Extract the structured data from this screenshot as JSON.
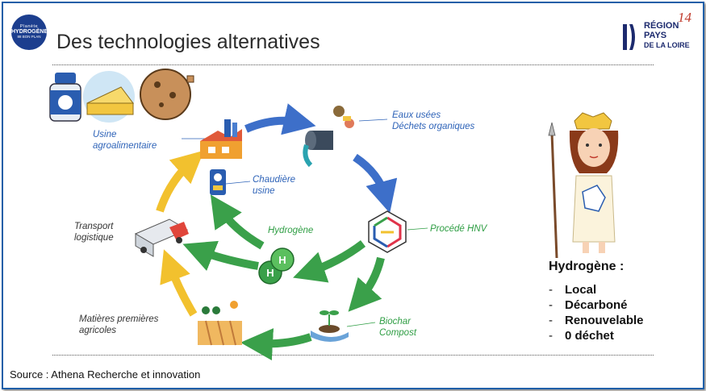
{
  "slide": {
    "title": "Des technologies alternatives",
    "page_number": "14",
    "source": "Source : Athena Recherche et innovation"
  },
  "logos": {
    "left_line1": "Planète",
    "left_line2": "HYDROGÈNE",
    "left_line3": "88 BON PLAN",
    "right_line1": "RÉGION",
    "right_line2": "PAYS",
    "right_line3": "DE LA LOIRE"
  },
  "cycle_labels": {
    "usine": [
      "Usine",
      "agroalimentaire"
    ],
    "eaux": [
      "Eaux usées",
      "Déchets organiques"
    ],
    "chaudiere": [
      "Chaudière",
      "usine"
    ],
    "procede": "Procédé HNV",
    "hydrogene": "Hydrogène",
    "transport": [
      "Transport",
      "logistique"
    ],
    "matieres": [
      "Matières premières",
      "agricoles"
    ],
    "biochar": [
      "Biochar",
      "Compost"
    ]
  },
  "molecule_letter": "H",
  "summary": {
    "heading": "Hydrogène :",
    "dash": "-",
    "items": [
      "Local",
      "Décarboné",
      "Renouvelable",
      "0 déchet"
    ]
  },
  "colors": {
    "frame": "#1f5fa8",
    "arrow_blue": "#3d6fc9",
    "arrow_green": "#3aa04a",
    "arrow_yellow": "#f2c12e",
    "label_blue": "#2e63b8",
    "label_green": "#2f9e44"
  }
}
